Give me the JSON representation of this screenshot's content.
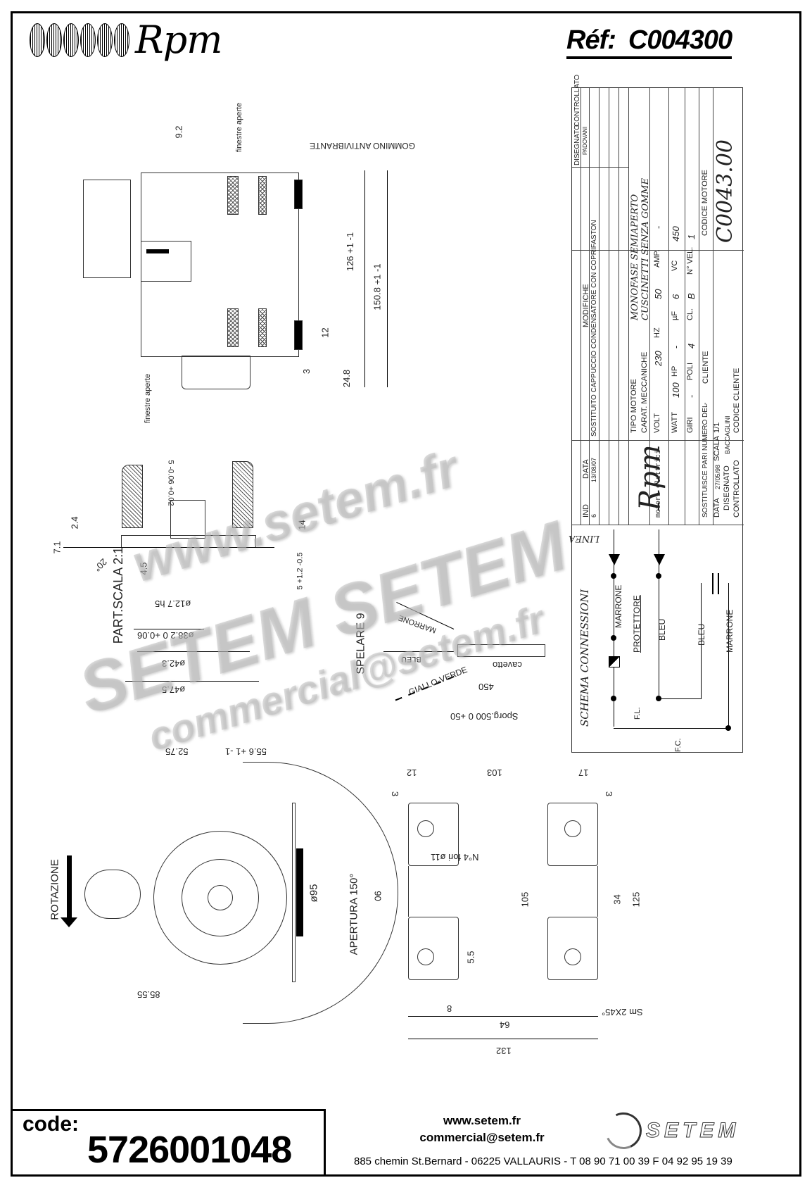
{
  "header": {
    "brand": "Rpm",
    "reference_label": "Réf:",
    "reference_value": "C004300"
  },
  "title_block": {
    "revisions": [
      {
        "ind": "6",
        "data": "13/08/07",
        "modifiche": "SOSTITUITO CAPPUCCIO CONDENSATORE CON COPRIFASTON"
      },
      {
        "ind": "-",
        "data": "-",
        "modifiche": "-"
      },
      {
        "ind": "-",
        "data": "-",
        "modifiche": "-"
      },
      {
        "ind": "-",
        "data": "-",
        "modifiche": "-"
      }
    ],
    "col_ind": "IND",
    "col_data": "DATA",
    "col_modifiche": "MODIFICHE",
    "col_padovani": "PADOVANI",
    "col_disegnato": "DISEGNATO",
    "col_controllato": "CONTROLLATO",
    "logo_brand": "Rpm",
    "logo_sub": "motori elettrici",
    "tipo_motore_label": "TIPO MOTORE",
    "tipo_motore_value": "MONOFASE SEMIAPERTO",
    "carat_label": "CARAT. MECCANICHE",
    "carat_value": "CUSCINETTI SENZA GOMME",
    "specs": {
      "volt_label": "VOLT",
      "volt": "230",
      "hz_label": "HZ",
      "hz": "50",
      "amp_label": "AMP.",
      "amp": "-",
      "watt_label": "WATT",
      "watt": "100",
      "hp_label": "HP",
      "hp": "-",
      "uf_label": "µF",
      "uf": "6",
      "vc_label": "VC",
      "vc": "450",
      "giri_label": "GIRI",
      "giri": "-",
      "poli_label": "POLI",
      "poli": "4",
      "cl_label": "CL.",
      "cl": "B",
      "nvel_label": "N° VEL.",
      "nvel": "1"
    },
    "codice_motore_label": "CODICE MOTORE",
    "codice_motore_value": "C0043.00",
    "sostituisce_label": "SOSTITUISCE PARI NUMERO DEL",
    "sostituisce_value": "-",
    "data_label": "DATA",
    "data_value": "27/05/98",
    "scala_label": "SCALA",
    "scala_value": "1/1",
    "disegnato_label": "DISEGNATO",
    "disegnato_value": "BACCAGLINI",
    "controllato_label": "CONTROLLATO",
    "cliente_label": "CLIENTE",
    "codice_cliente_label": "CODICE CLIENTE"
  },
  "schema": {
    "title": "SCHEMA CONNESSIONI",
    "linea": "LINEA",
    "wire_marrone": "MARRONE",
    "protettore": "PROTETTORE",
    "wire_bleu": "BLEU",
    "cap_bleu": "BLEU",
    "cap_marrone": "MARRONE",
    "fl": "F.L.",
    "fc": "F.C."
  },
  "side_view": {
    "dim_9_2": "9.2",
    "finestre_aperte_top": "finestre aperte",
    "gommino": "GOMMINO ANTIVIBRANTE",
    "dim_126": "126 +1 -1",
    "dim_150_8": "150.8 +1 -1",
    "dim_12": "12",
    "dim_3": "3",
    "dim_24_8": "24.8",
    "finestre_aperte_bottom": "finestre aperte"
  },
  "detail_view": {
    "scale_label": "PART.SCALA 2:1",
    "dim_7_1": "7.1",
    "dim_2_4": "2.4",
    "dim_20deg": "20°",
    "dim_4_5": "4.5",
    "dim_5_tol": "5 -0.06 +0.02",
    "dim_14": "14",
    "dim_5_bottom": "5 +1.2 -0.5",
    "dim_d12_7": "ø12.7 h5",
    "dim_d38_2": "ø38.2 0 +0.06",
    "dim_d42_3": "ø42.3",
    "dim_d47_5": "ø47.5"
  },
  "cable_view": {
    "marrone": "MARRONE",
    "bleu": "BLEU",
    "giallo_verde": "GIALLO-VERDE",
    "spelare": "SPELARE 9",
    "cavetto": "cavetto",
    "dim_450": "450",
    "sporg": "Sporg.500 0 +50"
  },
  "front_view": {
    "rotazione": "ROTAZIONE",
    "dim_52_75": "52.75",
    "dim_55_6": "55.6 +1 -1",
    "dim_85_55": "85.55",
    "dim_d95": "ø95",
    "apertura": "APERTURA 150°"
  },
  "bracket_view": {
    "dim_12": "12",
    "dim_103": "103",
    "dim_17": "17",
    "dim_3_left": "3",
    "dim_3_right": "3",
    "holes": "N°4 fori ø11",
    "dim_90": "90",
    "dim_105": "105",
    "dim_34": "34",
    "dim_125": "125",
    "dim_5_5": "5.5",
    "dim_8": "8",
    "chamfer": "Sm 2X45°",
    "dim_64": "64",
    "dim_132": "132",
    "eq": "="
  },
  "watermark": {
    "line1": "www.setem.fr",
    "line2": "SETEM SETEM",
    "line3": "commercial@setem.fr"
  },
  "footer": {
    "code_label": "code:",
    "code_value": "5726001048",
    "website": "www.setem.fr",
    "email": "commercial@setem.fr",
    "address": "885 chemin St.Bernard  -  06225 VALLAURIS  -  T 08 90 71 00 39   F 04 92 95 19 39",
    "brand": "SETEM"
  }
}
